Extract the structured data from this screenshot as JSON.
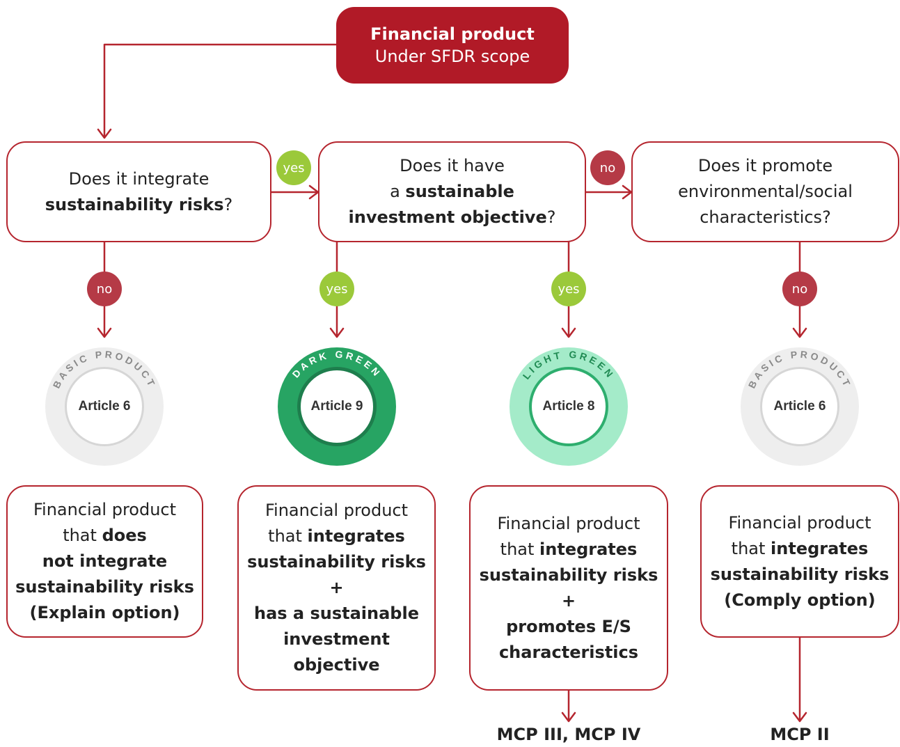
{
  "colors": {
    "primary_red": "#b11a27",
    "line_red": "#b5252e",
    "yes_green": "#9bc93a",
    "no_red": "#b53a46",
    "dark_green": "#27a463",
    "light_green": "#a4ebc9",
    "basic_grey": "#eeeeee"
  },
  "start": {
    "title": "Financial product",
    "subtitle": "Under SFDR scope"
  },
  "questions": {
    "q1": {
      "l1": "Does it integrate",
      "l2_bold": "sustainability risks",
      "l2_tail": "?"
    },
    "q2": {
      "l1": "Does it have",
      "l2_pre": "a ",
      "l2_bold": "sustainable",
      "l3_bold": "investment objective",
      "l3_tail": "?"
    },
    "q3": {
      "l1": "Does it promote",
      "l2": "environmental/social",
      "l3": "characteristics?"
    }
  },
  "pills": {
    "q1_q2": "yes",
    "q2_q3": "no",
    "q1_down": "no",
    "q2_down": "yes",
    "q2b_down": "yes",
    "q3_down": "no"
  },
  "badges": {
    "b1": {
      "ring": "BASIC PRODUCT",
      "article": "Article 6"
    },
    "b2": {
      "ring": "DARK GREEN",
      "article": "Article 9"
    },
    "b3": {
      "ring": "LIGHT GREEN",
      "article": "Article 8"
    },
    "b4": {
      "ring": "BASIC PRODUCT",
      "article": "Article 6"
    }
  },
  "outcomes": {
    "o1": {
      "l1": "Financial product",
      "l2_pre": "that ",
      "l2_bold": "does",
      "l3_bold": "not integrate",
      "l4_bold": "sustainability risks",
      "l5_bold": "(Explain option)"
    },
    "o2": {
      "l1": "Financial product",
      "l2_pre": "that ",
      "l2_bold": "integrates",
      "l3_bold": "sustainability risks",
      "l4_bold": "+",
      "l5_bold": "has a sustainable",
      "l6_bold": "investment",
      "l7_bold": "objective"
    },
    "o3": {
      "l1": "Financial product",
      "l2_pre": "that ",
      "l2_bold": "integrates",
      "l3_bold": "sustainability risks",
      "l4_bold": "+",
      "l5_bold": "promotes E/S",
      "l6_bold": "characteristics"
    },
    "o4": {
      "l1": "Financial product",
      "l2_pre": "that ",
      "l2_bold": "integrates",
      "l3_bold": "sustainability risks",
      "l4_bold": "(Comply option)"
    }
  },
  "mcp": {
    "m3": "MCP III, MCP IV",
    "m4": "MCP II"
  }
}
